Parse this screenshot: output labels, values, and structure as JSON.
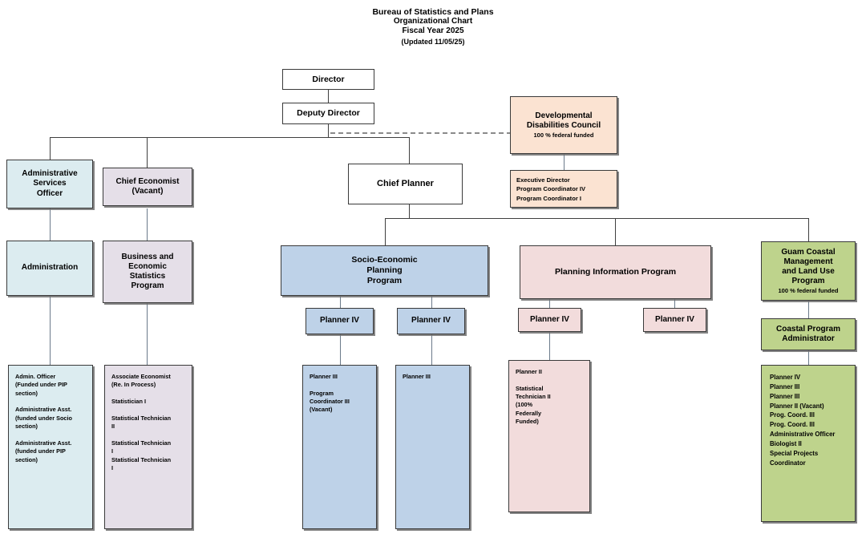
{
  "header": {
    "line1": "Bureau of Statistics and Plans",
    "line2": "Organizational Chart",
    "line3": "Fiscal Year 2025",
    "line4": "(Updated 11/05/25)"
  },
  "colors": {
    "white": "#ffffff",
    "administration": "#dcecf0",
    "economics": "#e5dfe8",
    "socio_economic": "#bed2e8",
    "planning_information": "#f2dcdc",
    "dd_council": "#fbe3d2",
    "coastal": "#bed38c",
    "connector": "#3f3f3f",
    "dashed_connector": "#8a8a8a"
  },
  "nodes": {
    "director": {
      "title": "Director"
    },
    "deputy_director": {
      "title": "Deputy Director"
    },
    "dd_council": {
      "title": "Developmental\nDisabilities Council",
      "sub": "100 % federal funded"
    },
    "dd_council_staff": {
      "title": "Executive Director\nProgram Coordinator IV\nProgram Coordinator I"
    },
    "administrative_services_officer": {
      "title": "Administrative\nServices\nOfficer"
    },
    "chief_economist": {
      "title": "Chief Economist\n(Vacant)"
    },
    "chief_planner": {
      "title": "Chief Planner"
    },
    "administration": {
      "title": "Administration"
    },
    "administration_staff": {
      "title": "Admin. Officer\n(Funded under PIP\nsection)\n\nAdministrative Asst.\n(funded under Socio\n   section)\n\nAdministrative Asst.\n(funded under PIP\nsection)"
    },
    "business_economic_statistics_program": {
      "title": "Business and\nEconomic\nStatistics\nProgram"
    },
    "business_economic_staff": {
      "title": "Associate Economist\n(Re. In Process)\n\nStatistician I\n\nStatistical Technician\nII\n\nStatistical Technician\nI\nStatistical Technician\nI"
    },
    "socio_economic_planning_program": {
      "title": "Socio-Economic\nPlanning\nProgram"
    },
    "socio_planner_iv_left": {
      "title": "Planner IV"
    },
    "socio_planner_iv_right": {
      "title": "Planner IV"
    },
    "socio_staff_left": {
      "title": "Planner III\n\nProgram\nCoordinator III\n(Vacant)"
    },
    "socio_staff_right": {
      "title": "Planner III"
    },
    "planning_information_program": {
      "title": "Planning Information Program"
    },
    "pip_planner_iv_left": {
      "title": "Planner IV"
    },
    "pip_planner_iv_right": {
      "title": "Planner IV"
    },
    "pip_staff": {
      "title": "Planner II\n\nStatistical\nTechnician II\n(100%\nFederally\nFunded)"
    },
    "guam_coastal_program": {
      "title": "Guam Coastal\nManagement\nand Land Use\nProgram",
      "sub": "100 % federal funded"
    },
    "coastal_program_administrator": {
      "title": "Coastal Program\nAdministrator"
    },
    "coastal_staff": {
      "title": "Planner IV\nPlanner III\nPlanner III\nPlanner II (Vacant)\nProg. Coord. III\nProg. Coord. III\nAdministrative Officer\nBiologist II\nSpecial Projects\n    Coordinator"
    }
  }
}
